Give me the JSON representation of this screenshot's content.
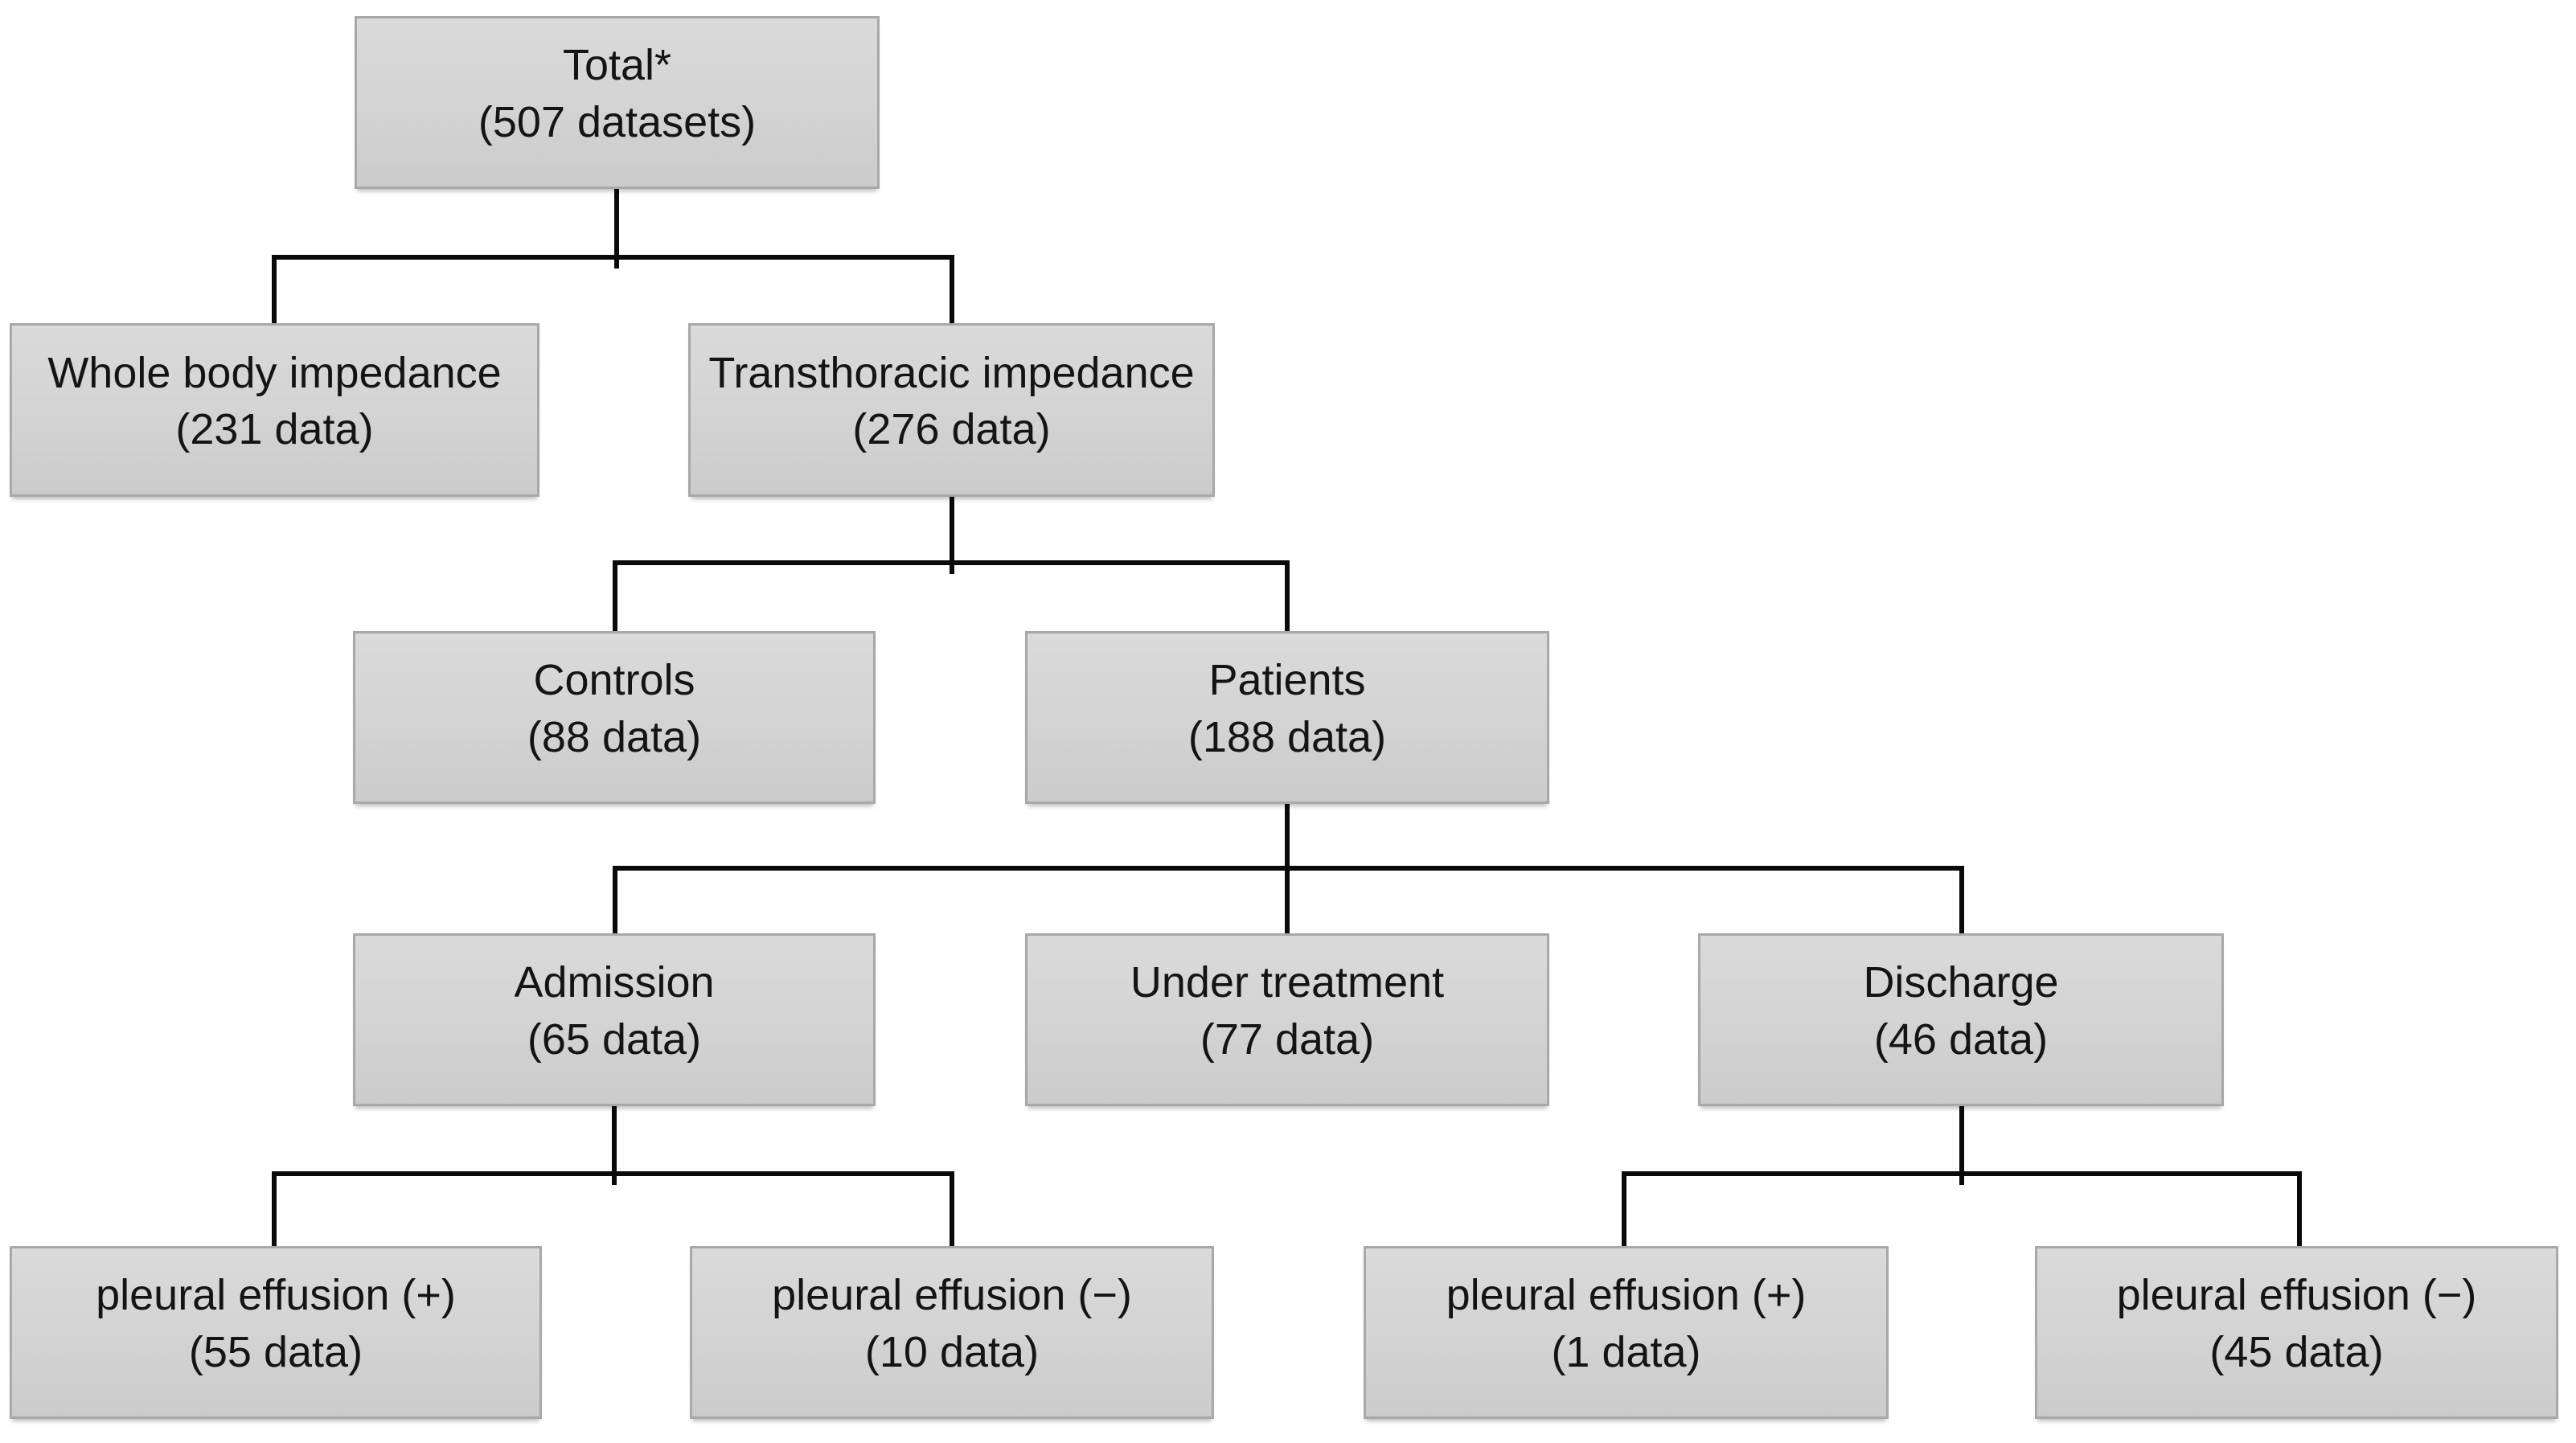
{
  "diagram": {
    "type": "flowchart",
    "description": "Dataset breakdown tree",
    "colors": {
      "box_fill": "#d3d3d3",
      "box_border": "#a8a8a8",
      "connector": "#0a0a0a",
      "text": "#141414",
      "background": "#ffffff"
    },
    "nodes": {
      "total": {
        "label": "Total*",
        "count": "(507 datasets)"
      },
      "whole_body": {
        "label": "Whole body impedance",
        "count": "(231 data)"
      },
      "transthoracic": {
        "label": "Transthoracic impedance",
        "count": "(276 data)"
      },
      "controls": {
        "label": "Controls",
        "count": "(88 data)"
      },
      "patients": {
        "label": "Patients",
        "count": "(188 data)"
      },
      "admission": {
        "label": "Admission",
        "count": "(65 data)"
      },
      "under_treatment": {
        "label": "Under treatment",
        "count": "(77 data)"
      },
      "discharge": {
        "label": "Discharge",
        "count": "(46 data)"
      },
      "admission_pe_pos": {
        "label": "pleural effusion (+)",
        "count": "(55 data)"
      },
      "admission_pe_neg": {
        "label": "pleural effusion (−)",
        "count": "(10 data)"
      },
      "discharge_pe_pos": {
        "label": "pleural effusion (+)",
        "count": "(1 data)"
      },
      "discharge_pe_neg": {
        "label": "pleural effusion (−)",
        "count": "(45 data)"
      }
    },
    "edges": [
      {
        "from": "total",
        "to": [
          "whole_body",
          "transthoracic"
        ]
      },
      {
        "from": "transthoracic",
        "to": [
          "controls",
          "patients"
        ]
      },
      {
        "from": "patients",
        "to": [
          "admission",
          "under_treatment",
          "discharge"
        ]
      },
      {
        "from": "admission",
        "to": [
          "admission_pe_pos",
          "admission_pe_neg"
        ]
      },
      {
        "from": "discharge",
        "to": [
          "discharge_pe_pos",
          "discharge_pe_neg"
        ]
      }
    ]
  }
}
